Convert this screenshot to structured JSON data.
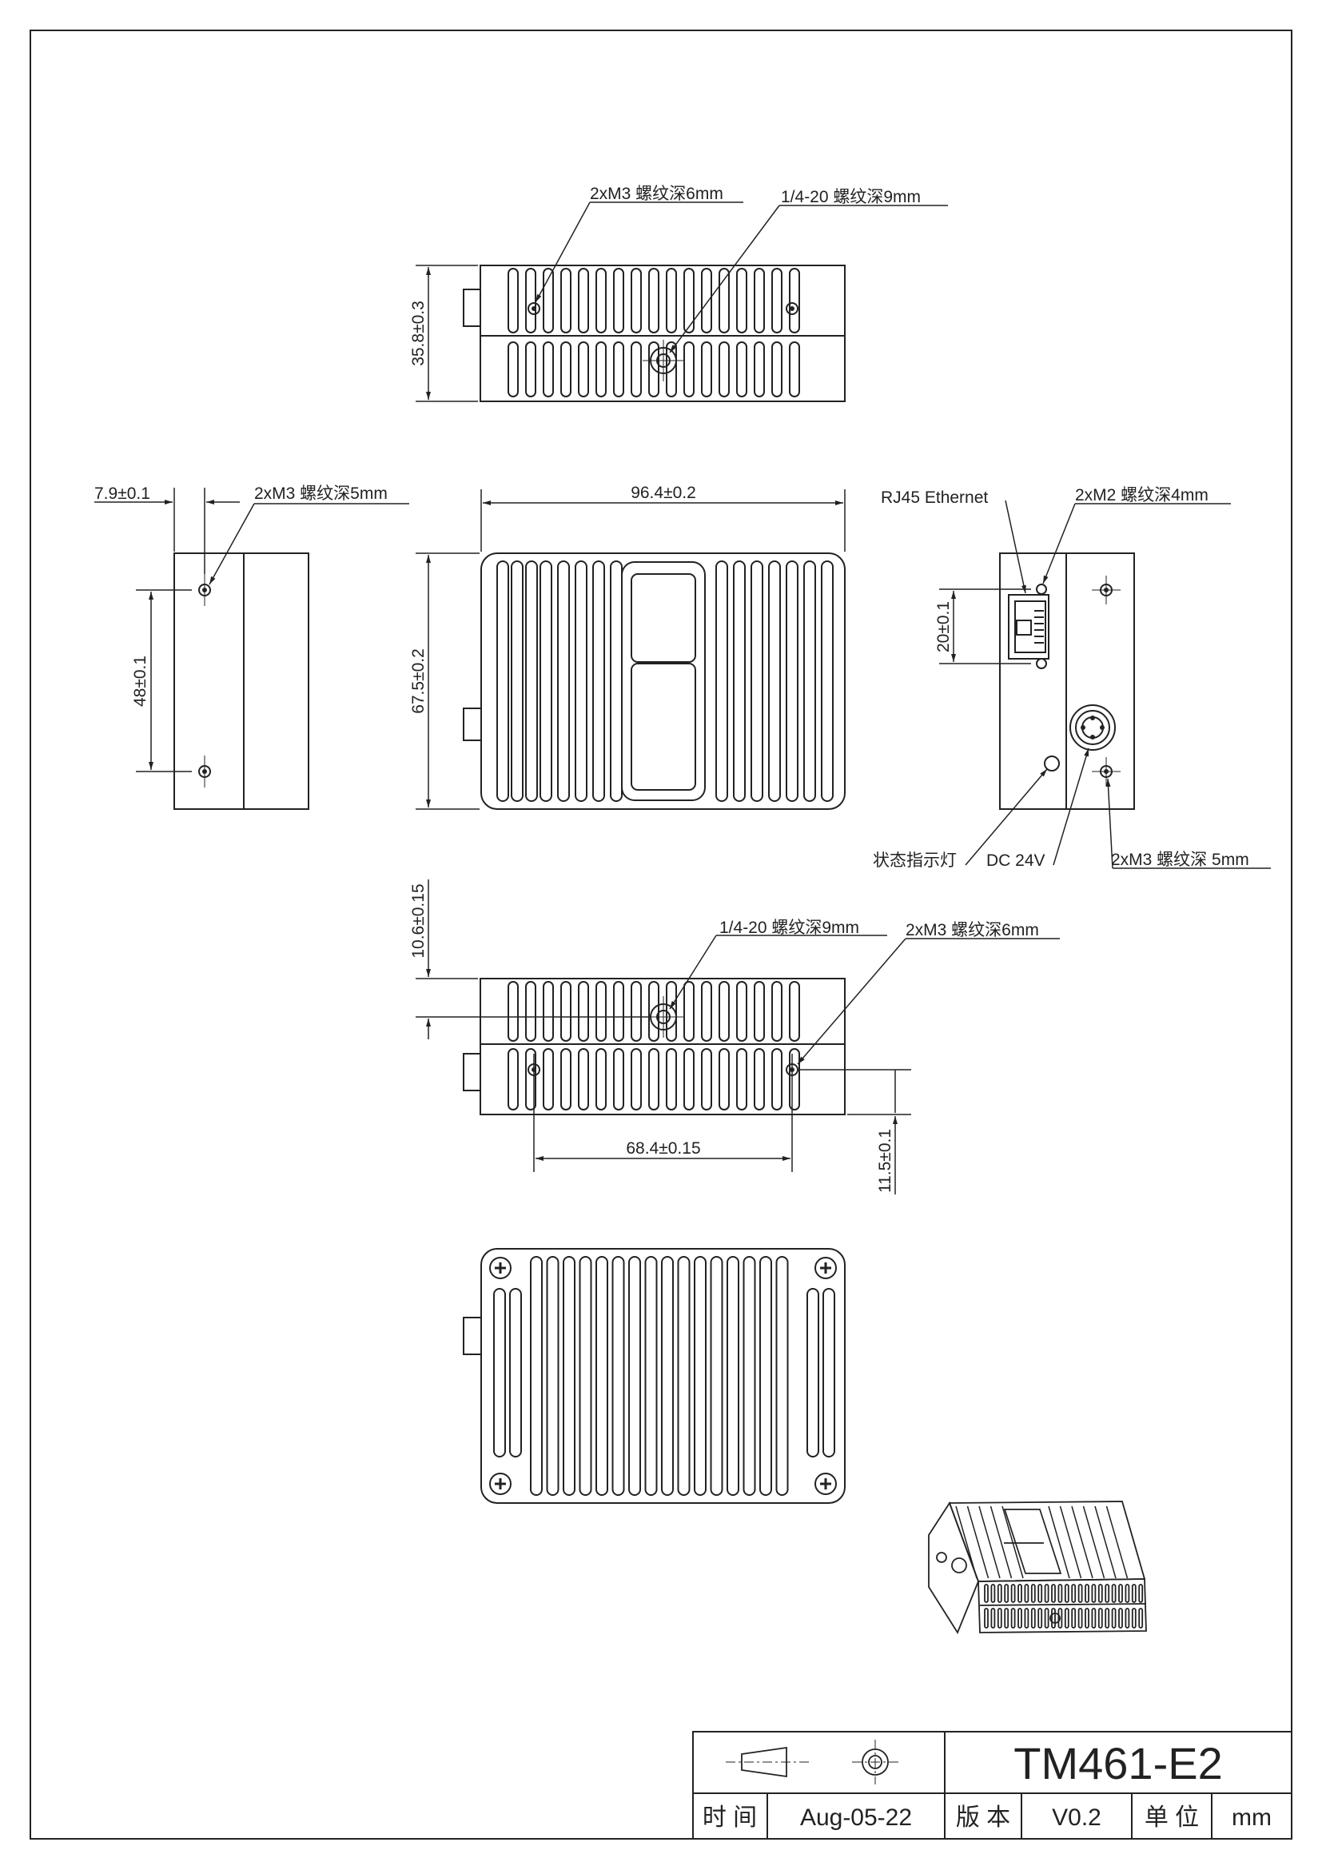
{
  "views": {
    "top": {
      "callout_m3": "2xM3 螺纹深6mm",
      "callout_tripod": "1/4-20 螺纹深9mm",
      "dim_height": "35.8±0.3"
    },
    "left": {
      "dim_offset": "7.9±0.1",
      "callout_m3": "2xM3 螺纹深5mm",
      "dim_spacing": "48±0.1"
    },
    "front": {
      "dim_width": "96.4±0.2",
      "dim_height": "67.5±0.2"
    },
    "right": {
      "label_rj45": "RJ45 Ethernet",
      "callout_m2": "2xM2 螺纹深4mm",
      "dim_spacing": "20±0.1",
      "label_led": "状态指示灯",
      "label_dc": "DC 24V",
      "callout_m3": "2xM3 螺纹深 5mm"
    },
    "bottom": {
      "dim_offset": "10.6±0.15",
      "callout_tripod": "1/4-20 螺纹深9mm",
      "callout_m3": "2xM3 螺纹深6mm",
      "dim_spacing": "68.4±0.15",
      "dim_side": "11.5±0.1"
    }
  },
  "title_block": {
    "model": "TM461-E2",
    "date_label": "时 间",
    "date_value": "Aug-05-22",
    "version_label": "版 本",
    "version_value": "V0.2",
    "unit_label": "单 位",
    "unit_value": "mm"
  }
}
